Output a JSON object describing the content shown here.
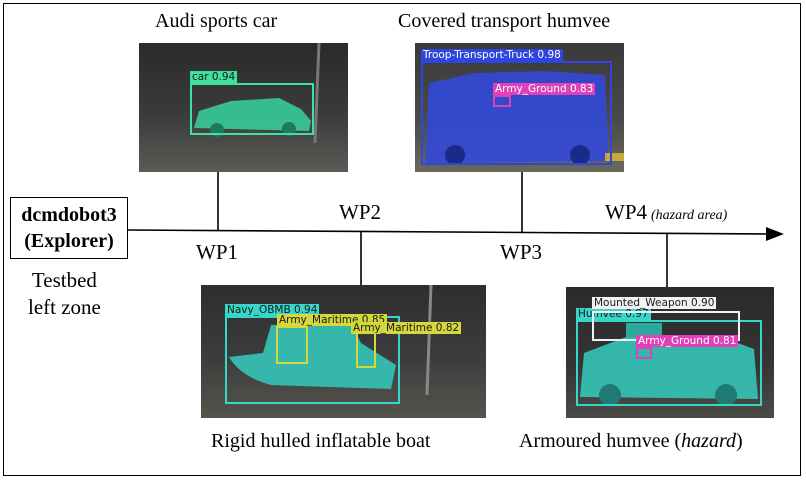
{
  "robot": {
    "line1": "dcmdobot3",
    "line2": "(Explorer)"
  },
  "start_caption": {
    "line1": "Testbed",
    "line2": "left zone"
  },
  "waypoints": {
    "wp1": "WP1",
    "wp2": "WP2",
    "wp3": "WP3",
    "wp4": "WP4",
    "wp4_note": "(hazard area)"
  },
  "captions": {
    "car": "Audi sports car",
    "truck": "Covered transport humvee",
    "boat": "Rigid hulled inflatable boat",
    "humvee_prefix": "Armoured humvee (",
    "humvee_hazard": "hazard",
    "humvee_suffix": ")"
  },
  "detections": {
    "car": [
      {
        "label": "car 0.94",
        "color": "#3fe0a0"
      }
    ],
    "truck": [
      {
        "label": "Troop-Transport-Truck 0.98",
        "color": "#2f45e0"
      },
      {
        "label": "Army_Ground 0.83",
        "color": "#e040b8"
      }
    ],
    "boat": [
      {
        "label": "Navy_OBMB 0.94",
        "color": "#38d6c8"
      },
      {
        "label": "Army_Maritime 0.85",
        "color": "#d4d83a"
      },
      {
        "label": "Army_Maritime 0.82",
        "color": "#d4d83a"
      }
    ],
    "humvee": [
      {
        "label": "Mounted_Weapon 0.90",
        "color": "#f2f2f2"
      },
      {
        "label": "Humvee 0.97",
        "color": "#38d6c8"
      },
      {
        "label": "Army_Ground 0.81",
        "color": "#e040b8"
      }
    ]
  }
}
